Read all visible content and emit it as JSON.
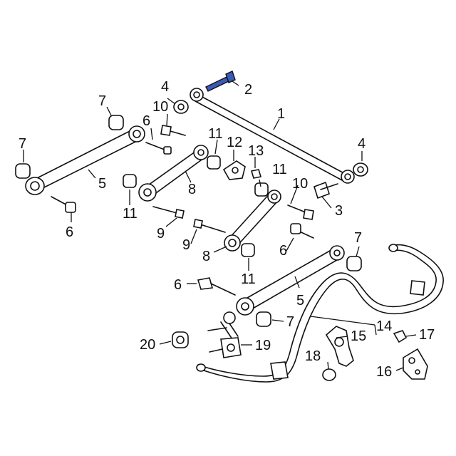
{
  "accent_color": "#3a5ab8",
  "callouts": {
    "c1": "1",
    "c2": "2",
    "c3": "3",
    "c4a": "4",
    "c4b": "4",
    "c5a": "5",
    "c5b": "5",
    "c6a": "6",
    "c6b": "6",
    "c6c": "6",
    "c6d": "6",
    "c7a": "7",
    "c7b": "7",
    "c7c": "7",
    "c7d": "7",
    "c8a": "8",
    "c8b": "8",
    "c9a": "9",
    "c9b": "9",
    "c10a": "10",
    "c10b": "10",
    "c11a": "11",
    "c11b": "11",
    "c11c": "11",
    "c11d": "11",
    "c12": "12",
    "c13": "13",
    "c14": "14",
    "c15": "15",
    "c16": "16",
    "c17": "17",
    "c18": "18",
    "c19": "19",
    "c20": "20"
  }
}
